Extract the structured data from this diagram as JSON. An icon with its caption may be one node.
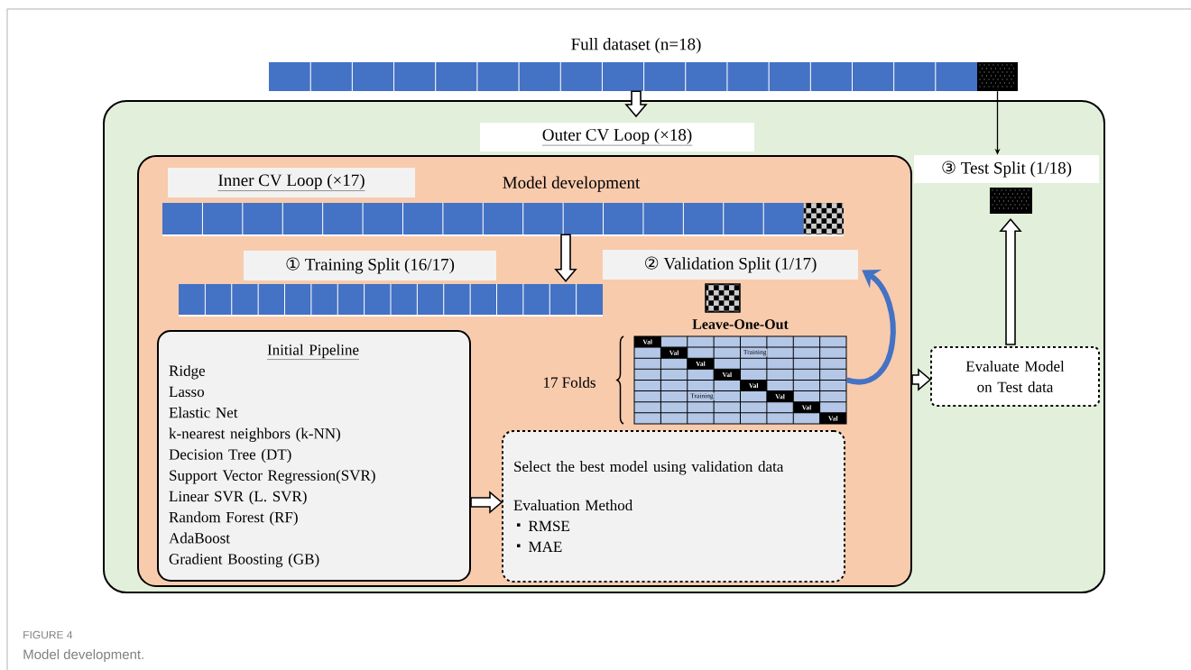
{
  "diagram": {
    "caption": "Model development.",
    "nodes": [
      {
        "text": [
          "Full dataset (n=18)"
        ]
      },
      {
        "text": [],
        "shape": "box"
      },
      {
        "text": [
          "Outer CV Loop (×18)"
        ]
      },
      {
        "text": [
          "Model development"
        ],
        "in": 2
      },
      {
        "text": [
          "Inner CV Loop (×17)"
        ],
        "in": 3
      },
      {
        "text": [],
        "shape": "bar",
        "in": 3
      },
      {
        "text": [
          "① Training Split (16/17)"
        ],
        "in": 3
      },
      {
        "text": [],
        "shape": "bar",
        "in": 3
      },
      {
        "text": [
          "② Validation Split (1/17)"
        ],
        "in": 3
      },
      {
        "text": [],
        "shape": "box",
        "in": 3
      },
      {
        "text": [
          "Leave-One-Out"
        ],
        "in": 3
      },
      {
        "text": [
          "Initial Pipeline",
          "Ridge",
          "Lasso",
          "Elastic Net",
          "k-nearest neighbors (k-NN)",
          "Decision Tree (DT)",
          "Support Vector Regression(SVR)",
          "Linear SVR (L. SVR)",
          "Random Forest (RF)",
          "AdaBoost",
          "Gradient Boosting (GB)"
        ],
        "in": 3
      },
      {
        "text": [
          "Select the best model using validation data",
          "Evaluation Method",
          "RMSE",
          "MAE"
        ],
        "in": 3
      },
      {
        "text": [
          "③ Test Split (1/18)"
        ],
        "in": 2
      },
      {
        "text": [],
        "shape": "box",
        "in": 2
      },
      {
        "text": [
          "Evaluate Model on Test data"
        ],
        "in": 2
      }
    ],
    "edges": [
      {
        "from": 0,
        "to": 2,
        "arrow": "to",
        "style": "thick"
      },
      {
        "from": 1,
        "to": 13,
        "arrow": "to"
      },
      {
        "from": 5,
        "to": 7,
        "arrow": "to",
        "style": "thick"
      },
      {
        "from": 10,
        "to": 8,
        "arrow": "to",
        "style": "thick",
        "color": "#4472c4"
      },
      {
        "from": 11,
        "to": 12,
        "arrow": "to",
        "style": "thick"
      },
      {
        "from": 3,
        "to": 15,
        "arrow": "to",
        "style": "thick"
      },
      {
        "from": 15,
        "to": 14,
        "arrow": "to",
        "style": "thick"
      }
    ],
    "labels": [
      "17 Folds",
      "Val",
      "Val",
      "Training",
      "Val",
      "Val",
      "Val",
      "Training",
      "Val",
      "Val",
      "Val",
      "FIGURE 4"
    ]
  }
}
